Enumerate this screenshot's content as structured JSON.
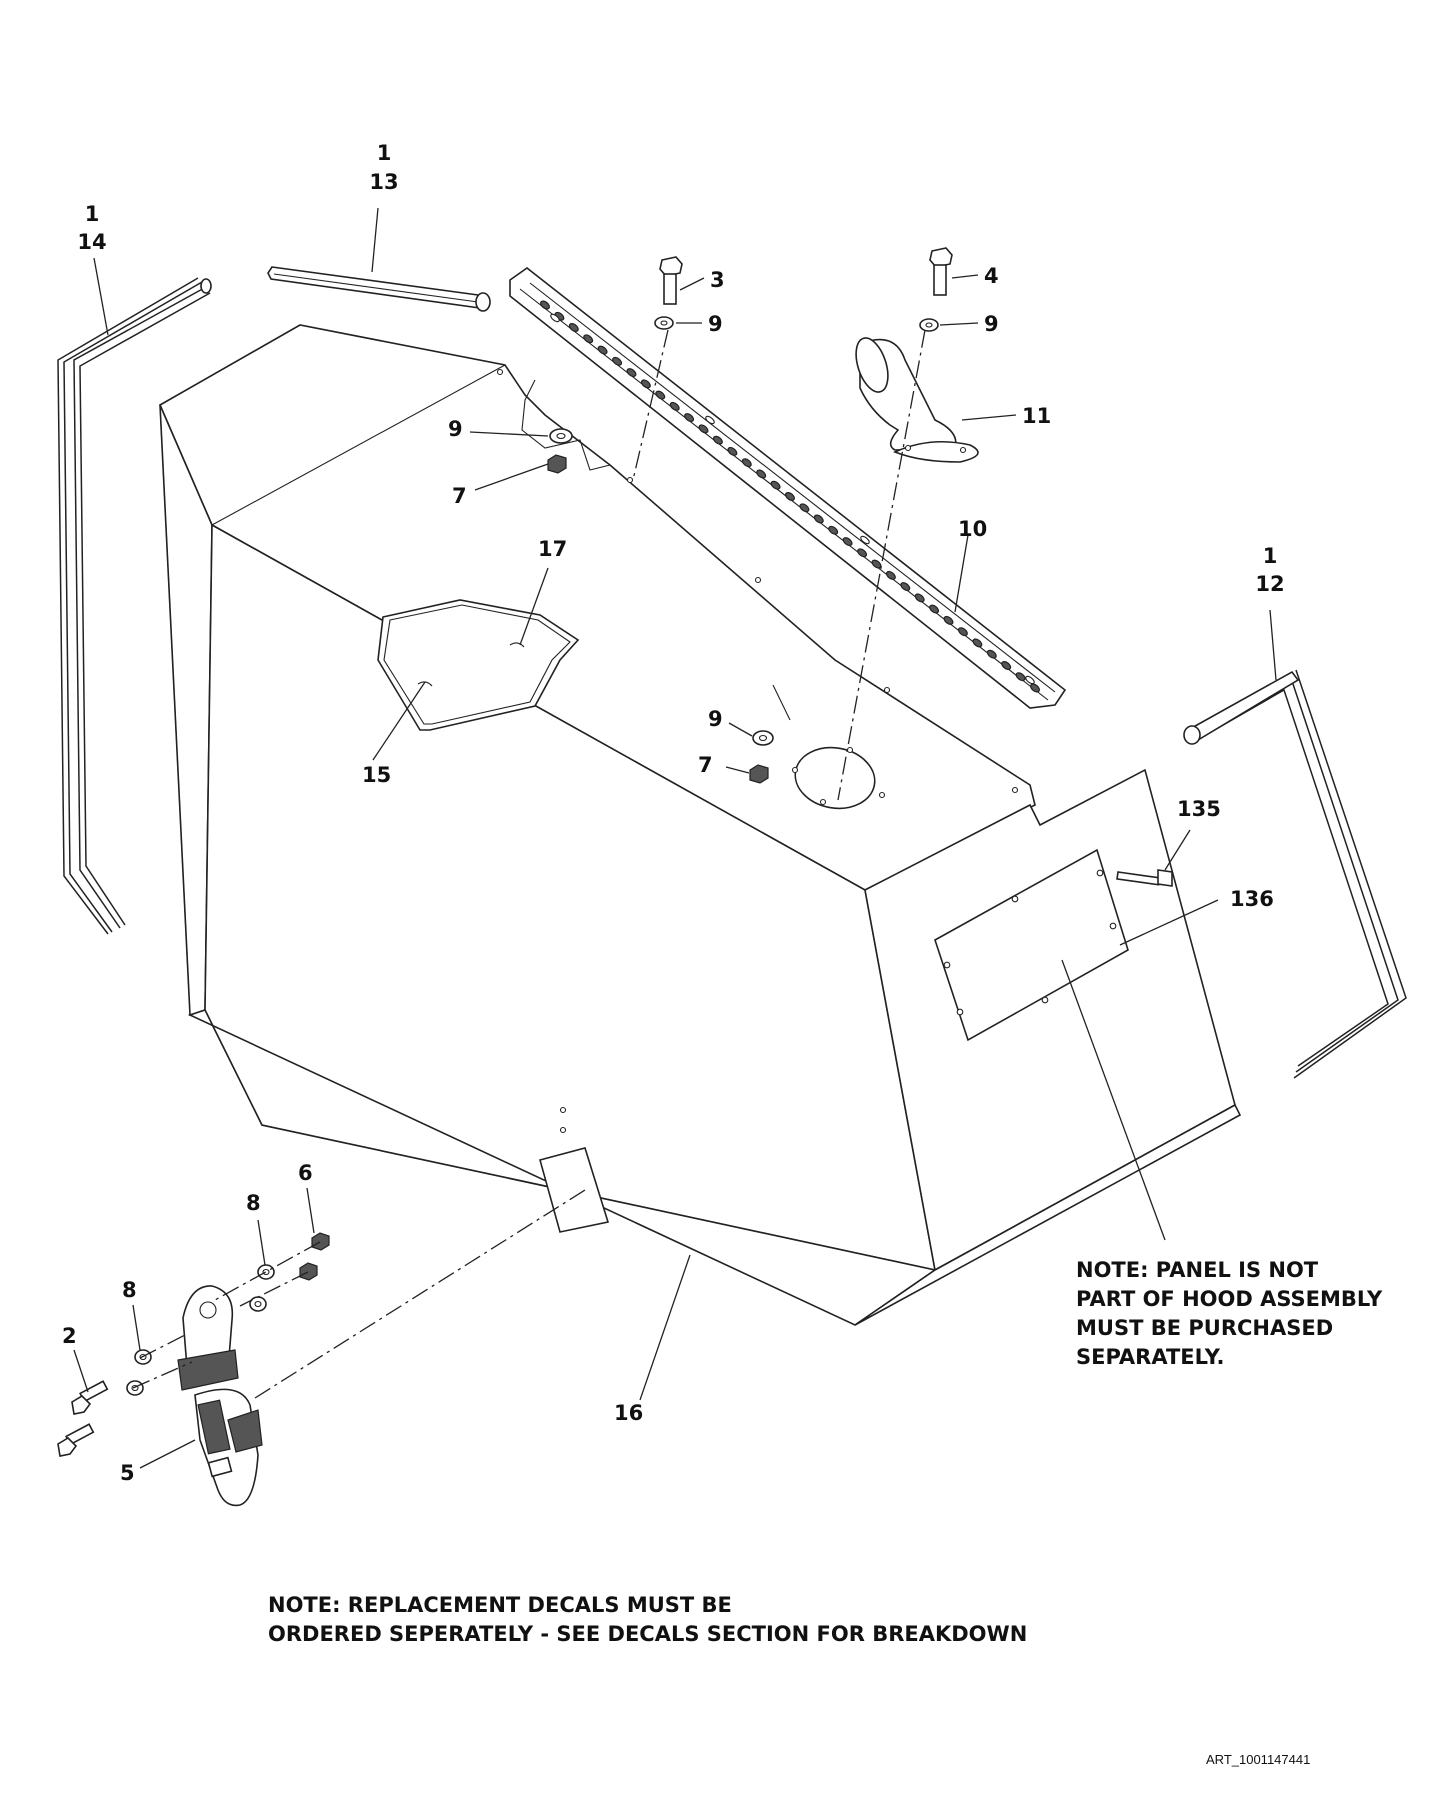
{
  "callouts": {
    "c1_13_a": "1",
    "c1_13_b": "13",
    "c1_14_a": "1",
    "c1_14_b": "14",
    "c1_12_a": "1",
    "c1_12_b": "12",
    "c3": "3",
    "c4": "4",
    "c9_a": "9",
    "c9_b": "9",
    "c9_c": "9",
    "c9_d": "9",
    "c11": "11",
    "c7_a": "7",
    "c7_b": "7",
    "c10": "10",
    "c17": "17",
    "c15": "15",
    "c135": "135",
    "c136": "136",
    "c6": "6",
    "c8_a": "8",
    "c8_b": "8",
    "c2": "2",
    "c5": "5",
    "c16": "16"
  },
  "notes": {
    "panel": [
      "NOTE: PANEL IS NOT",
      "PART OF HOOD ASSEMBLY",
      "MUST BE PURCHASED",
      "SEPARATELY."
    ],
    "decals": [
      "NOTE: REPLACEMENT DECALS MUST BE",
      "ORDERED SEPERATELY - SEE DECALS SECTION FOR BREAKDOWN"
    ]
  },
  "art_id": "ART_1001147441"
}
